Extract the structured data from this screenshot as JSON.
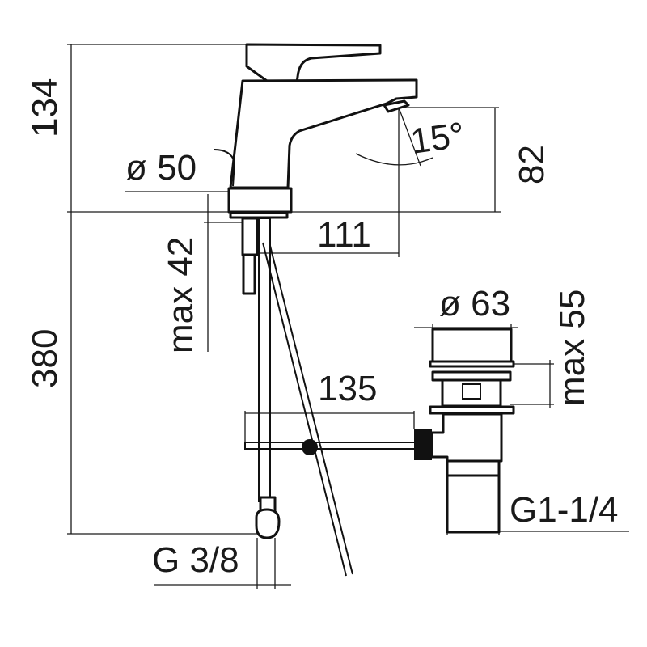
{
  "drawing": {
    "height_total": "134",
    "spout_height": "82",
    "spout_angle": "15°",
    "base_diameter": "ø 50",
    "spout_reach": "111",
    "max_deck_thickness": "max 42",
    "under_deck_length": "380",
    "waste_diameter": "ø 63",
    "waste_max_thickness": "max 55",
    "rod_length": "135",
    "waste_thread": "G1-1/4",
    "supply_thread": "G 3/8"
  },
  "colors": {
    "line": "#111111",
    "background": "#ffffff"
  }
}
